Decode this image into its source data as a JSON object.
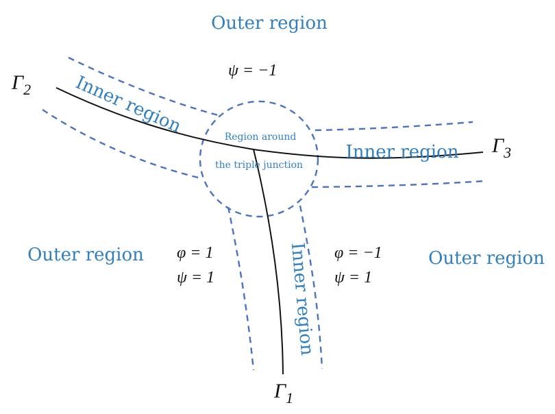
{
  "regions": {
    "outer_top": "Outer region",
    "outer_left": "Outer region",
    "outer_right": "Outer region",
    "inner_gamma2": "Inner region",
    "inner_gamma3": "Inner region",
    "inner_gamma1": "Inner region",
    "junction_line1": "Region around",
    "junction_line2": "the triple junction"
  },
  "curves": {
    "gamma1": {
      "symbol": "Γ",
      "sub": "1"
    },
    "gamma2": {
      "symbol": "Γ",
      "sub": "2"
    },
    "gamma3": {
      "symbol": "Γ",
      "sub": "3"
    }
  },
  "phase_labels": {
    "top": {
      "psi": "ψ = −1"
    },
    "left": {
      "phi": "φ = 1",
      "psi": "ψ = 1"
    },
    "right": {
      "phi": "φ = −1",
      "psi": "ψ = 1"
    }
  },
  "colors": {
    "region_text": "#2f7fc1",
    "dashed_boundary": "#4a72c4",
    "interface_curve": "#111111"
  }
}
